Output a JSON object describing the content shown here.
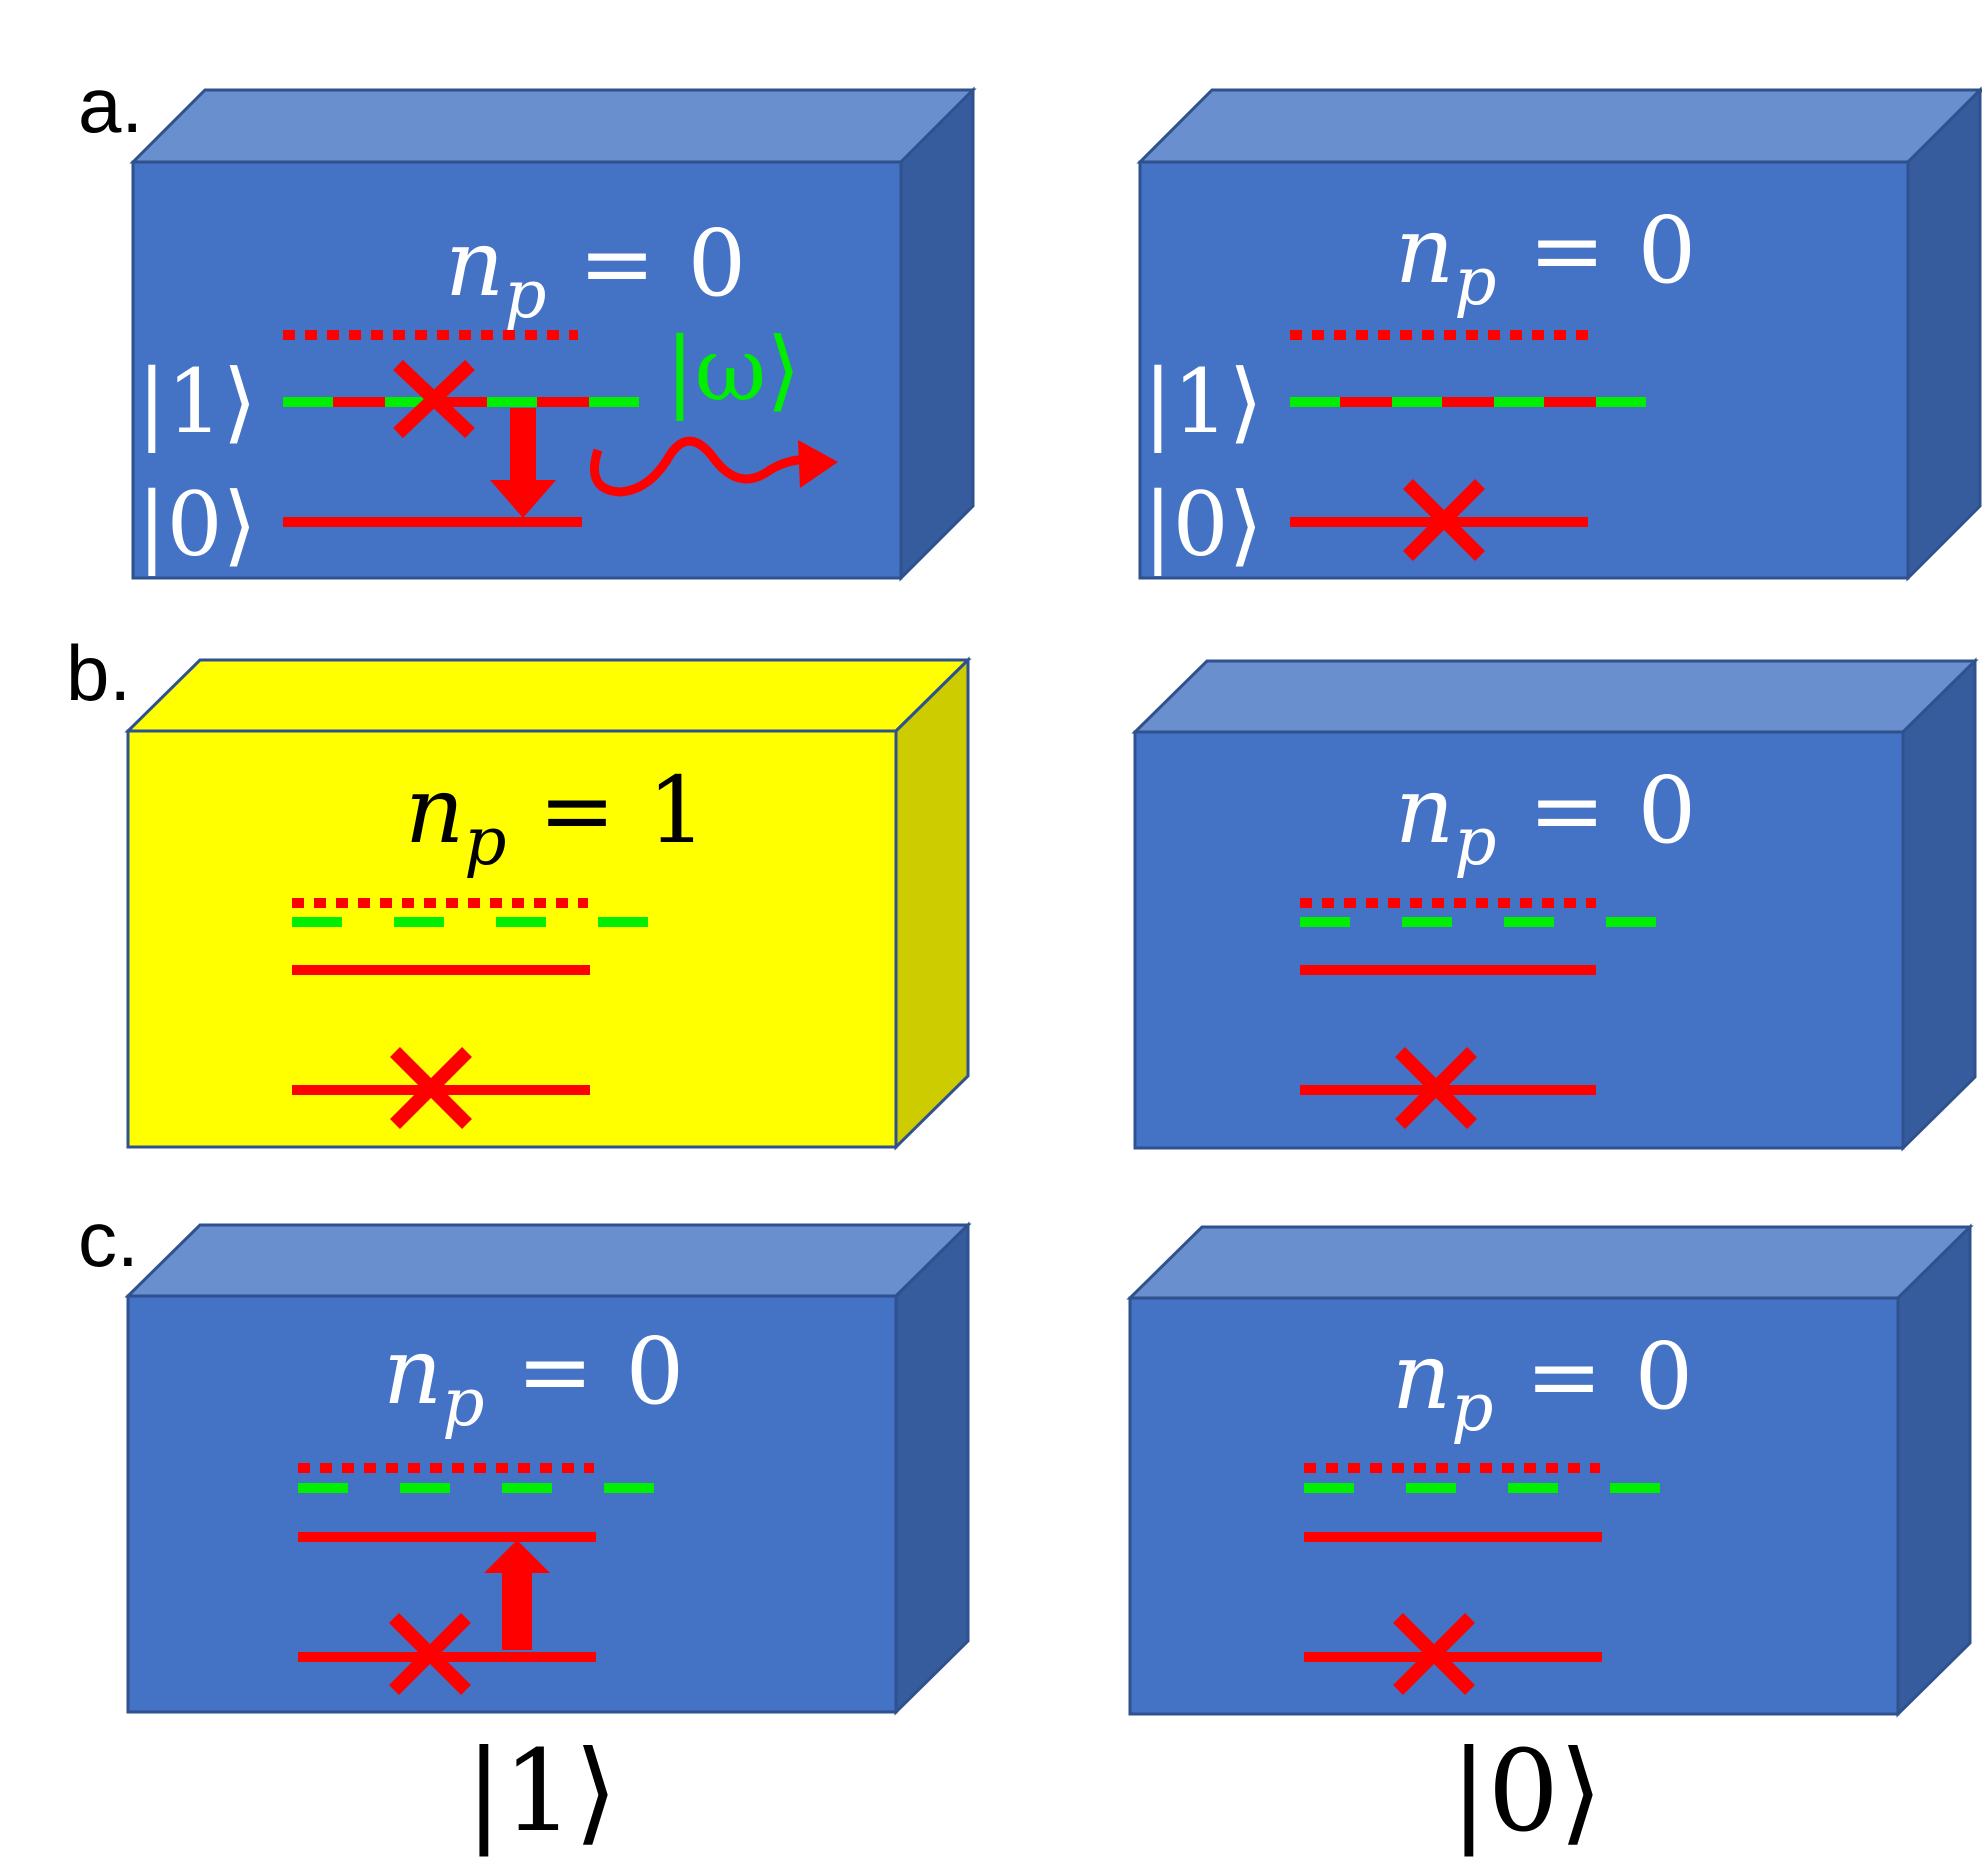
{
  "row_labels": [
    "a.",
    "b.",
    "c."
  ],
  "np_label": {
    "var": "n",
    "sub": "p",
    "eq": "=",
    "values": [
      "0",
      "0",
      "1",
      "0",
      "0",
      "0"
    ]
  },
  "kets": {
    "one": "|1⟩",
    "zero": "|0⟩",
    "omega": "|ω⟩"
  },
  "column_labels": [
    "|1⟩",
    "|0⟩"
  ],
  "colors": {
    "box_front": "#4472C4",
    "box_top": "#6A8FCE",
    "box_side": "#365C9E",
    "box_edge": "#2F528F",
    "box_front_yellow": "#FFFF00",
    "box_side_yellow": "#CCCC00",
    "level_red": "#FF0000",
    "level_green": "#00EE00",
    "text_white": "#FFFFFF",
    "text_black": "#000000"
  },
  "icons": [
    "cross-marker-icon",
    "down-arrow-icon",
    "up-arrow-icon",
    "wavy-photon-arrow-icon"
  ]
}
